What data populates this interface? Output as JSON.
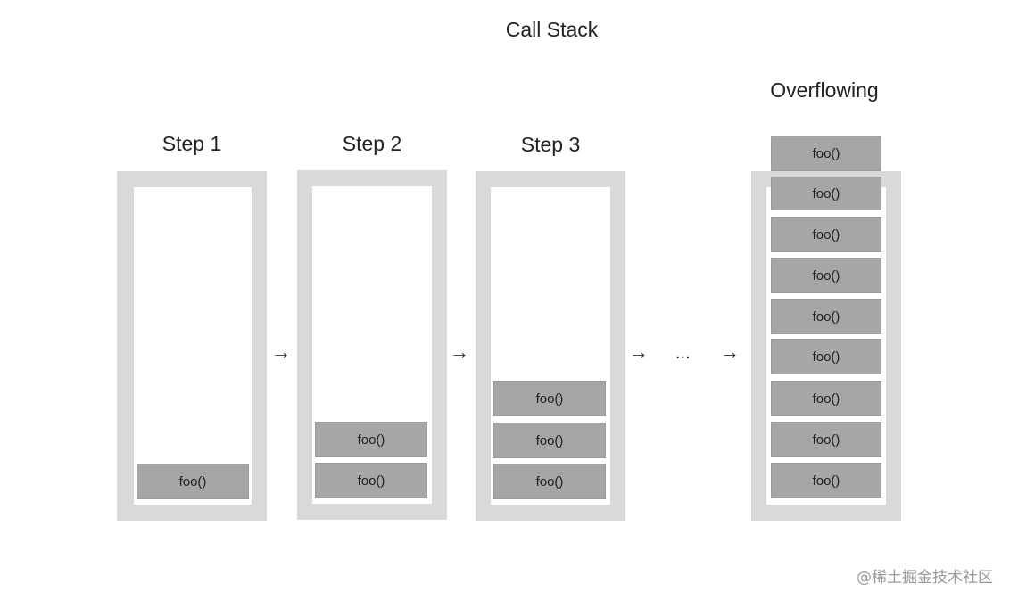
{
  "title": "Call Stack",
  "steps": [
    {
      "label": "Step 1",
      "frames": [
        "foo()"
      ]
    },
    {
      "label": "Step 2",
      "frames": [
        "foo()",
        "foo()"
      ]
    },
    {
      "label": "Step 3",
      "frames": [
        "foo()",
        "foo()",
        "foo()"
      ]
    }
  ],
  "overflow": {
    "label": "Overflowing",
    "frames": [
      "foo()",
      "foo()",
      "foo()",
      "foo()",
      "foo()",
      "foo()",
      "foo()",
      "foo()",
      "foo()"
    ]
  },
  "connectors": {
    "arrow": "→",
    "ellipsis": "..."
  },
  "watermark": "@稀土掘金技术社区"
}
